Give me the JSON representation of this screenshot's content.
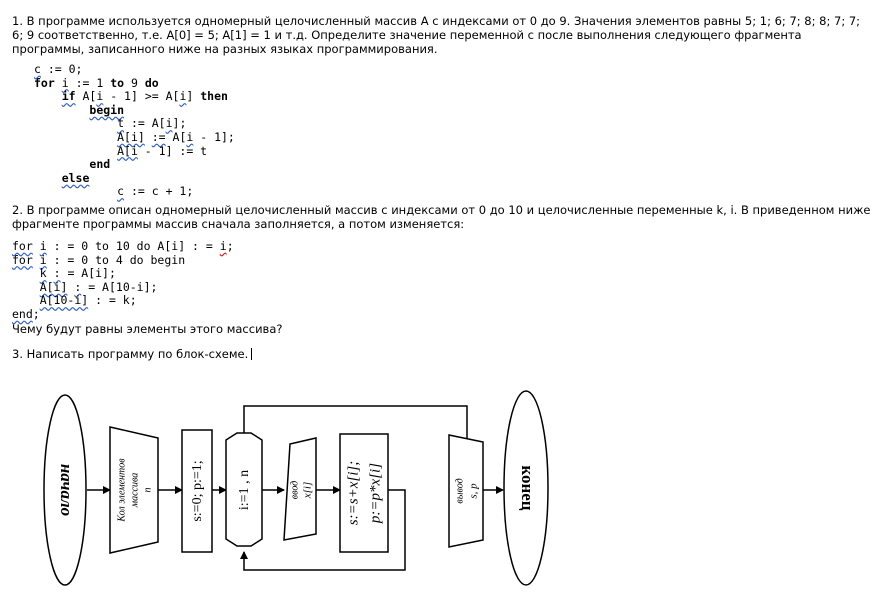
{
  "task1": {
    "text": "1. В программе используется одномерный целочисленный массив A с индексами от 0 до 9. Значения элементов равны 5; 1; 6; 7; 8; 8; 7; 7; 6; 9 соответственно, т.е. A[0] = 5; A[1] = 1 и т.д. Определите значение переменной c после выполнения следующего фрагмента программы, записанного ниже на разных языках программирования.",
    "code": {
      "l1_var": "c",
      "l1_rest": " := 0;",
      "l2_for": "for",
      "l2_i": "i",
      "l2_rest": " := 1 ",
      "l2_to": "to",
      "l2_9": " 9 ",
      "l2_do": "do",
      "l3_if": "if",
      "l3_a": " A[",
      "l3_i": "i",
      "l3_b": " - 1] >= A[",
      "l3_i2": "i",
      "l3_c": "] ",
      "l3_then": "then",
      "l4_begin": "begin",
      "l5_t": "t",
      "l5_a": " := A[",
      "l5_i": "i",
      "l5_b": "];",
      "l6_ai": "A[i]",
      "l6_a": " ",
      "l6_asg": ":=",
      "l6_b": " A[",
      "l6_i": "i",
      "l6_c": " - 1];",
      "l7_ai": "A[i",
      "l7_a": " - 1] := t",
      "l8_end": "end",
      "l9_else": "else",
      "l10_c": "c",
      "l10_rest": " := c + 1;"
    }
  },
  "task2": {
    "text": "2. В программе описан одномерный целочисленный массив с индексами от 0 до 10 и целочисленные переменные k, i. В приведенном ниже фрагменте программы массив сначала заполняется, а потом изменяется:",
    "code": {
      "l1_for": "for",
      "l1_i": "i",
      "l1_rest": " : = 0 to 10 do A[i] : = ",
      "l1_i2": "i",
      "l1_semi": ";",
      "l2_for": "for",
      "l2_i": "i",
      "l2_rest": " : = 0 to 4 do begin",
      "l3_k": "k",
      "l3_sp": " ",
      "l3_colon": ":",
      "l3_rest": " = A[i];",
      "l4_ai": "A[i]",
      "l4_sp": " ",
      "l4_colon": ":",
      "l4_rest": " = A[10-i];",
      "l5_a": "A[10-i]",
      "l5_rest": " : = k;",
      "l6_end": "end",
      "l6_semi": ";"
    },
    "question": "Чему будут равны элементы этого массива?"
  },
  "task3": {
    "text": "3.  Написать программу по блок-схеме."
  },
  "flowchart": {
    "start_label": "начало",
    "input_label_1": "Кол элементов",
    "input_label_2": "массива",
    "input_label_3": "n",
    "init_label": "s:=0; p:=1;",
    "loop_label": "i:=1 , n",
    "read_label_1": "ввод",
    "read_label_2": "x[i]",
    "process_label_1": "s:=s+x[i];",
    "process_label_2": "p:=p*x[i]",
    "output_label_1": "вывод",
    "output_label_2": "s, p",
    "end_label": "конец"
  }
}
